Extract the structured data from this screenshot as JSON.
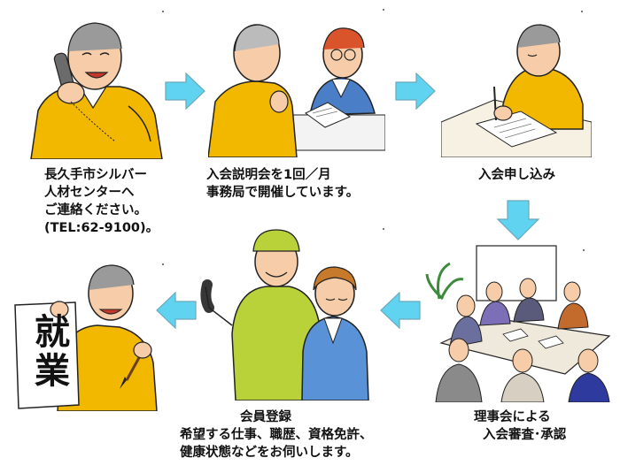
{
  "colors": {
    "arrow_fill": "#5FD3F0",
    "arrow_stroke": "#6AA8BC",
    "sweater": "#F2B800",
    "skin": "#F6CDA8",
    "outline": "#222222"
  },
  "steps": [
    {
      "icon": "man-on-phone",
      "lines": [
        "長久手市シルバー",
        "人材センターへ",
        "ご連絡ください。",
        "(TEL:62-9100)。"
      ]
    },
    {
      "icon": "explanation-meeting",
      "lines": [
        "入会説明会を1回／月",
        "事務局で開催しています。"
      ]
    },
    {
      "icon": "man-writing-application",
      "lines": [
        "入会申し込み"
      ]
    },
    {
      "icon": "board-meeting",
      "lines": [
        "理事会による",
        "入会審査･承認"
      ]
    },
    {
      "icon": "member-registration",
      "lines": [
        "会員登録",
        "希望する仕事、職歴、資格免許、",
        "健康状態などをお伺いします。"
      ]
    },
    {
      "icon": "man-holding-calligraphy",
      "lines": [
        "就業"
      ]
    }
  ],
  "arrows": [
    {
      "icon": "right-arrow-icon"
    },
    {
      "icon": "right-arrow-icon"
    },
    {
      "icon": "down-arrow-icon"
    },
    {
      "icon": "left-arrow-icon"
    },
    {
      "icon": "left-arrow-icon"
    }
  ]
}
